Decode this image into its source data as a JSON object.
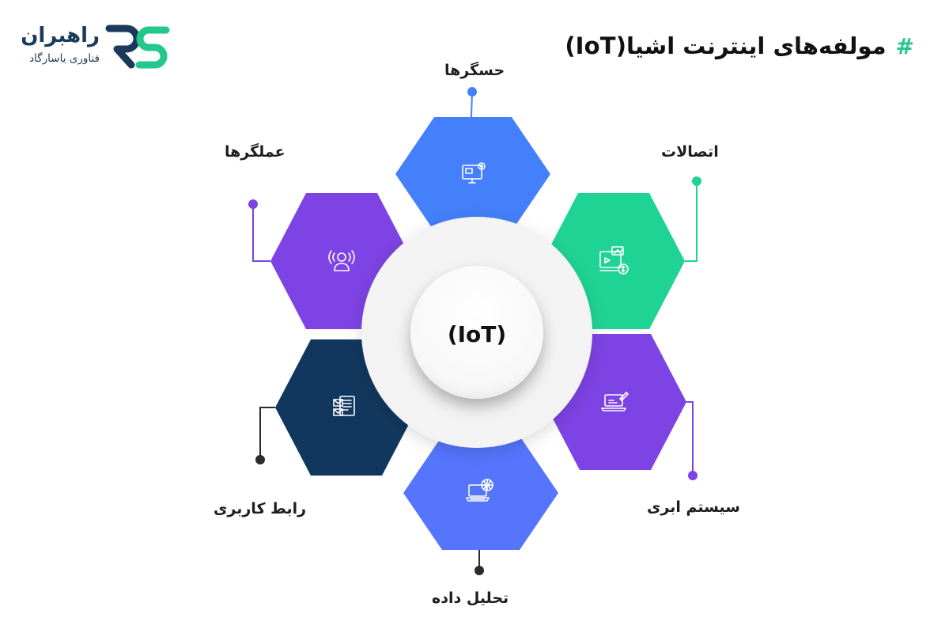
{
  "header": {
    "hash": "#",
    "title": "مولفه‌های اینترنت اشیا(IoT)"
  },
  "brand": {
    "name": "راهبران",
    "tagline": "فناوری یاسارگاد",
    "monogram": "RS"
  },
  "center": {
    "label": "(IoT)"
  },
  "components": [
    {
      "key": "sensors",
      "label": "حسگرها",
      "color": "#4480fb",
      "icon": "monitor-settings-icon"
    },
    {
      "key": "connectivity",
      "label": "اتصالات",
      "color": "#1fd395",
      "icon": "media-payment-icon"
    },
    {
      "key": "cloud",
      "label": "سیستم ابری",
      "color": "#7e43e4",
      "icon": "laptop-edit-icon"
    },
    {
      "key": "analysis",
      "label": "تحلیل داده",
      "color": "#5575fd",
      "icon": "computer-globe-icon"
    },
    {
      "key": "interface",
      "label": "رابط کاربری",
      "color": "#12375e",
      "icon": "documents-mail-icon"
    },
    {
      "key": "actuators",
      "label": "عملگرها",
      "color": "#7e43e4",
      "icon": "user-broadcast-icon"
    }
  ],
  "colors": {
    "accent": "#22c98a",
    "title": "#111111",
    "brand_dark": "#1a3a5c",
    "brand_green": "#22c98a",
    "connector_dark": "#2b2b2b"
  }
}
